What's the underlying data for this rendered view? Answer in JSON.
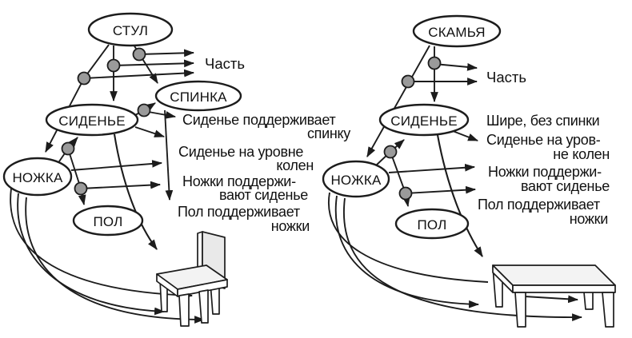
{
  "figure": {
    "left": {
      "root_label": "СТУЛ",
      "back_label": "СПИНКА",
      "seat_label": "СИДЕНЬЕ",
      "leg_label": "НОЖКА",
      "floor_label": "ПОЛ",
      "part_label": "Часть",
      "annotations": [
        {
          "line1": "Сиденье поддерживает",
          "line2": "спинку"
        },
        {
          "line1": "Сиденье на уровне",
          "line2": "колен"
        },
        {
          "line1": "Ножки поддержи-",
          "line2": "вают сиденье"
        },
        {
          "line1": "Пол поддерживает",
          "line2": "ножки"
        }
      ]
    },
    "right": {
      "root_label": "СКАМЬЯ",
      "seat_label": "СИДЕНЬЕ",
      "leg_label": "НОЖКА",
      "floor_label": "ПОЛ",
      "part_label": "Часть",
      "annotations": [
        {
          "line1": "Шире, без спинки"
        },
        {
          "line1": "Сиденье на уров-",
          "line2": "не колен"
        },
        {
          "line1": "Ножки поддержи-",
          "line2": "вают сиденье"
        },
        {
          "line1": "Пол поддерживает",
          "line2": "ножки"
        }
      ]
    },
    "colors": {
      "line": "#1c1c1c",
      "node_fill": "#ffffff",
      "relation_dot_fill": "#9a9a9a",
      "furniture_face": "#e9e9e9",
      "furniture_top": "#f3f3f3"
    }
  }
}
